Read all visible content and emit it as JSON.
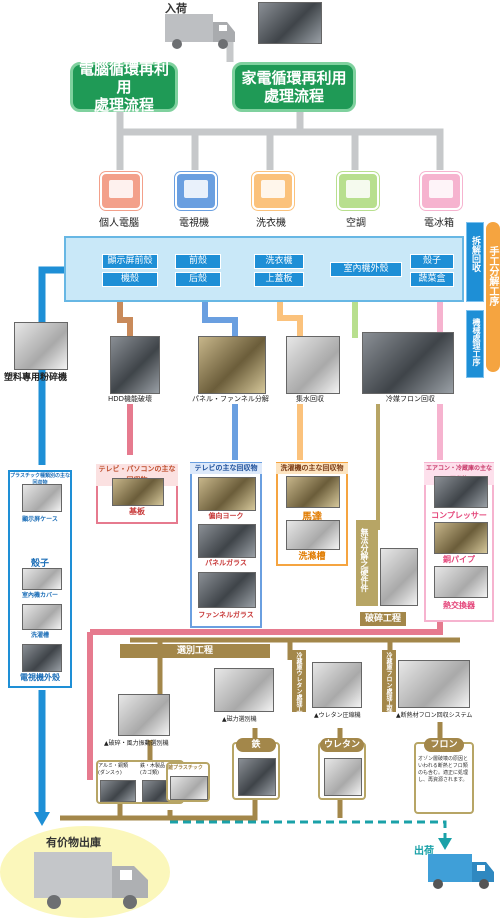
{
  "top": {
    "arrival": "入荷"
  },
  "flows": {
    "computer": "電腦循環再利用\n處理流程",
    "appliance": "家電循環再利用\n處理流程"
  },
  "devices": [
    {
      "label": "個人電腦",
      "color": "#f3a08a",
      "icon": "computer-icon"
    },
    {
      "label": "電視機",
      "color": "#6a9fe0",
      "icon": "tv-icon"
    },
    {
      "label": "洗衣機",
      "color": "#fbc27c",
      "icon": "washer-icon"
    },
    {
      "label": "空調",
      "color": "#b8df8e",
      "icon": "aircon-icon"
    },
    {
      "label": "電冰箱",
      "color": "#f6b3cf",
      "icon": "fridge-icon"
    }
  ],
  "right_side": {
    "manual_top": "拆解回收",
    "manual_main": "手工分解工序",
    "manual_bottom": "機械處理工序"
  },
  "parts": [
    {
      "label": "顯示屏前殼",
      "col": 0,
      "row": 0
    },
    {
      "label": "機殼",
      "col": 0,
      "row": 1
    },
    {
      "label": "前殼",
      "col": 1,
      "row": 0
    },
    {
      "label": "后殼",
      "col": 1,
      "row": 1
    },
    {
      "label": "洗衣機",
      "col": 2,
      "row": 0
    },
    {
      "label": "上蓋板",
      "col": 2,
      "row": 1
    },
    {
      "label": "室內機外殼",
      "col": 3,
      "row": 0
    },
    {
      "label": "殼子",
      "col": 4,
      "row": 0
    },
    {
      "label": "蔬菜盒",
      "col": 4,
      "row": 1
    }
  ],
  "plastic_machine": "塑料專用粉碎機",
  "process_captions": {
    "hdd": "HDD機能破壞",
    "panel": "パネル・ファンネル分解",
    "drain": "集水回収",
    "freon": "冷媒フロン回収"
  },
  "plastic_box": {
    "title": "プラスチック種類別の主な回収物",
    "items": [
      "顯示屏ケース",
      "室內機カバー",
      "洗濯槽",
      "電視機外殼"
    ],
    "mid_label": "殼子"
  },
  "tv_pc": {
    "title": "テレビ・パソコンの主な回収物",
    "item": "基板"
  },
  "tv": {
    "title": "テレビの主な回収物",
    "items": [
      "偏向ヨーク",
      "パネルガラス",
      "ファンネルガラス"
    ]
  },
  "washer": {
    "title": "洗濯機の主な回収物",
    "items": [
      "馬達",
      "洗滌槽"
    ]
  },
  "ac": {
    "title": "エアコン・冷蔵庫の主な回収物",
    "items": [
      "コンプレッサー",
      "銅パイプ",
      "熱交換器"
    ]
  },
  "hardware_tag": "無法分解之硬件件",
  "shred_label": "破碎工程",
  "split_label": "選別工程",
  "urethane_tag": "冷藏庫ウレタン處理工程",
  "freon_tag": "冷藏庫フロン處理工程",
  "machine_caps": [
    "▲破碎・風力振動選別機",
    "▲磁力選別機",
    "▲ウレタン圧縮機",
    "▲断熱材フロン回収システム"
  ],
  "outputs": {
    "metals": [
      "アルミ・銅類\n(ダンスゥ)",
      "鉄・木製品\n(カゴ類)"
    ],
    "plastic": "雑プラスチック",
    "iron": "鉄",
    "urethane": "ウレタン",
    "freon": "フロン",
    "freon_note": "オゾン層破壊の原因といわれる断熱とフロ類のも含む。適正に処理し、再資源されます。"
  },
  "shipping": {
    "valuable": "有价物出庫",
    "ship": "出荷"
  },
  "colors": {
    "green": "#1f9a56",
    "gray": "#c6c8ca",
    "blue": "#1e8fd6",
    "gold": "#a3874a",
    "pink": "#e67a8e",
    "orange": "#f5a440"
  }
}
